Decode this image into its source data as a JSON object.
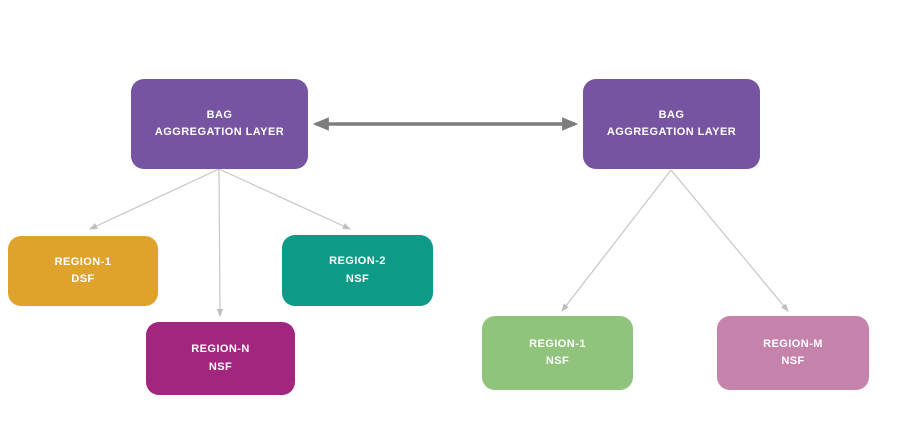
{
  "diagram": {
    "nodes": [
      {
        "id": "bag-left",
        "line1": "BAG",
        "line2": "AGGREGATION LAYER",
        "label": "BAG AGGREGATION LAYER",
        "color": "#7654A2"
      },
      {
        "id": "bag-right",
        "line1": "BAG",
        "line2": "AGGREGATION LAYER",
        "label": "BAG AGGREGATION LAYER",
        "color": "#7654A2"
      },
      {
        "id": "region-1-dsf",
        "line1": "REGION-1",
        "line2": "DSF",
        "label": "REGION-1 DSF",
        "color": "#DFA32C"
      },
      {
        "id": "region-2-nsf",
        "line1": "REGION-2",
        "line2": "NSF",
        "label": "REGION-2 NSF",
        "color": "#0D9B88"
      },
      {
        "id": "region-n-nsf",
        "line1": "REGION-N",
        "line2": "NSF",
        "label": "REGION-N NSF",
        "color": "#A22680"
      },
      {
        "id": "region-1-nsf",
        "line1": "REGION-1",
        "line2": "NSF",
        "label": "REGION-1 NSF",
        "color": "#90C47C"
      },
      {
        "id": "region-m-nsf",
        "line1": "REGION-M",
        "line2": "NSF",
        "label": "REGION-M NSF",
        "color": "#C583AC"
      }
    ],
    "edges": [
      {
        "from": "bag-left",
        "to": "bag-right",
        "type": "bidirectional"
      },
      {
        "from": "bag-left",
        "to": "region-1-dsf",
        "type": "directed"
      },
      {
        "from": "bag-left",
        "to": "region-n-nsf",
        "type": "directed"
      },
      {
        "from": "bag-left",
        "to": "region-2-nsf",
        "type": "directed"
      },
      {
        "from": "bag-right",
        "to": "region-1-nsf",
        "type": "directed"
      },
      {
        "from": "bag-right",
        "to": "region-m-nsf",
        "type": "directed"
      }
    ],
    "colors": {
      "connector": "#BFBFBF",
      "bidirectional_arrow": "#7D7D7D",
      "node_text": "#FFFFFF",
      "background": "#FFFFFF"
    }
  }
}
